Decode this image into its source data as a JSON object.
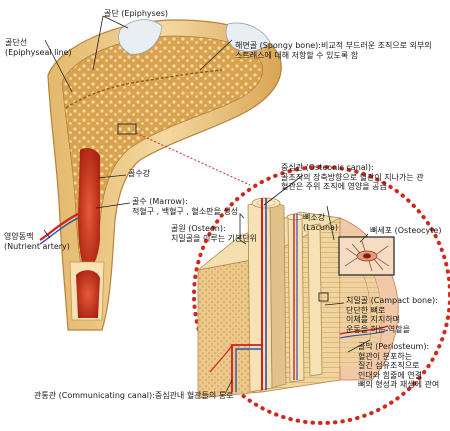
{
  "labels": {
    "epiphyses": "골단 (Epiphyses)",
    "epiphyseal_line": [
      "골단선",
      "(Epiphyseal line)"
    ],
    "spongy_bone": [
      "해면골 (Spongy bone):비교적 부드러운 조직으로 외부의",
      "스트레스에 대해 저항할 수 있도록 함"
    ],
    "medullary_cavity": "골수강",
    "marrow": [
      "골수 (Marrow):",
      "적혈구 , 백혈구 , 혈소판을 생성"
    ],
    "nutrient_artery": [
      "영양동맥",
      "(Nutrient artery)"
    ],
    "osteonic_canal": [
      "중심관 (Osteonic canal):",
      "골조직의 장축방향으로 혈관이 지나가는 관",
      "혈관은 주위 조직에 영양을 공급"
    ],
    "osteocyte": "뼈세포 (Osteocyte)",
    "lacuna": [
      "뼈소강",
      "(Lacuna)"
    ],
    "osteon": [
      "골원 (Osteon):",
      "치밀골을 이루는 기본단위"
    ],
    "compact_bone": [
      "치밀골 (Campact bone):",
      "단단한 뼈로",
      "이체를 지지하며",
      "운동을 하는 역할을"
    ],
    "periosteum": [
      "골막 (Periosteum):",
      "혈관이 분포하는",
      "질긴 섬유조직으로",
      "인대와 힘줄에 연결",
      "뼈의 형성과 재생에 관여"
    ],
    "communicating_canal": "관통관 (Communicating canal):중심관내 혈관들의 통로"
  },
  "colors": {
    "bone_outer": "#e8c07a",
    "bone_spongy": "#d9a24e",
    "marrow": "#c8321e",
    "vessel_red": "#d02020",
    "vessel_blue": "#3050b0",
    "cartilage": "#e9eef2",
    "dotted_circle": "#cc2a1e",
    "osteocyte_border": "#222222"
  }
}
